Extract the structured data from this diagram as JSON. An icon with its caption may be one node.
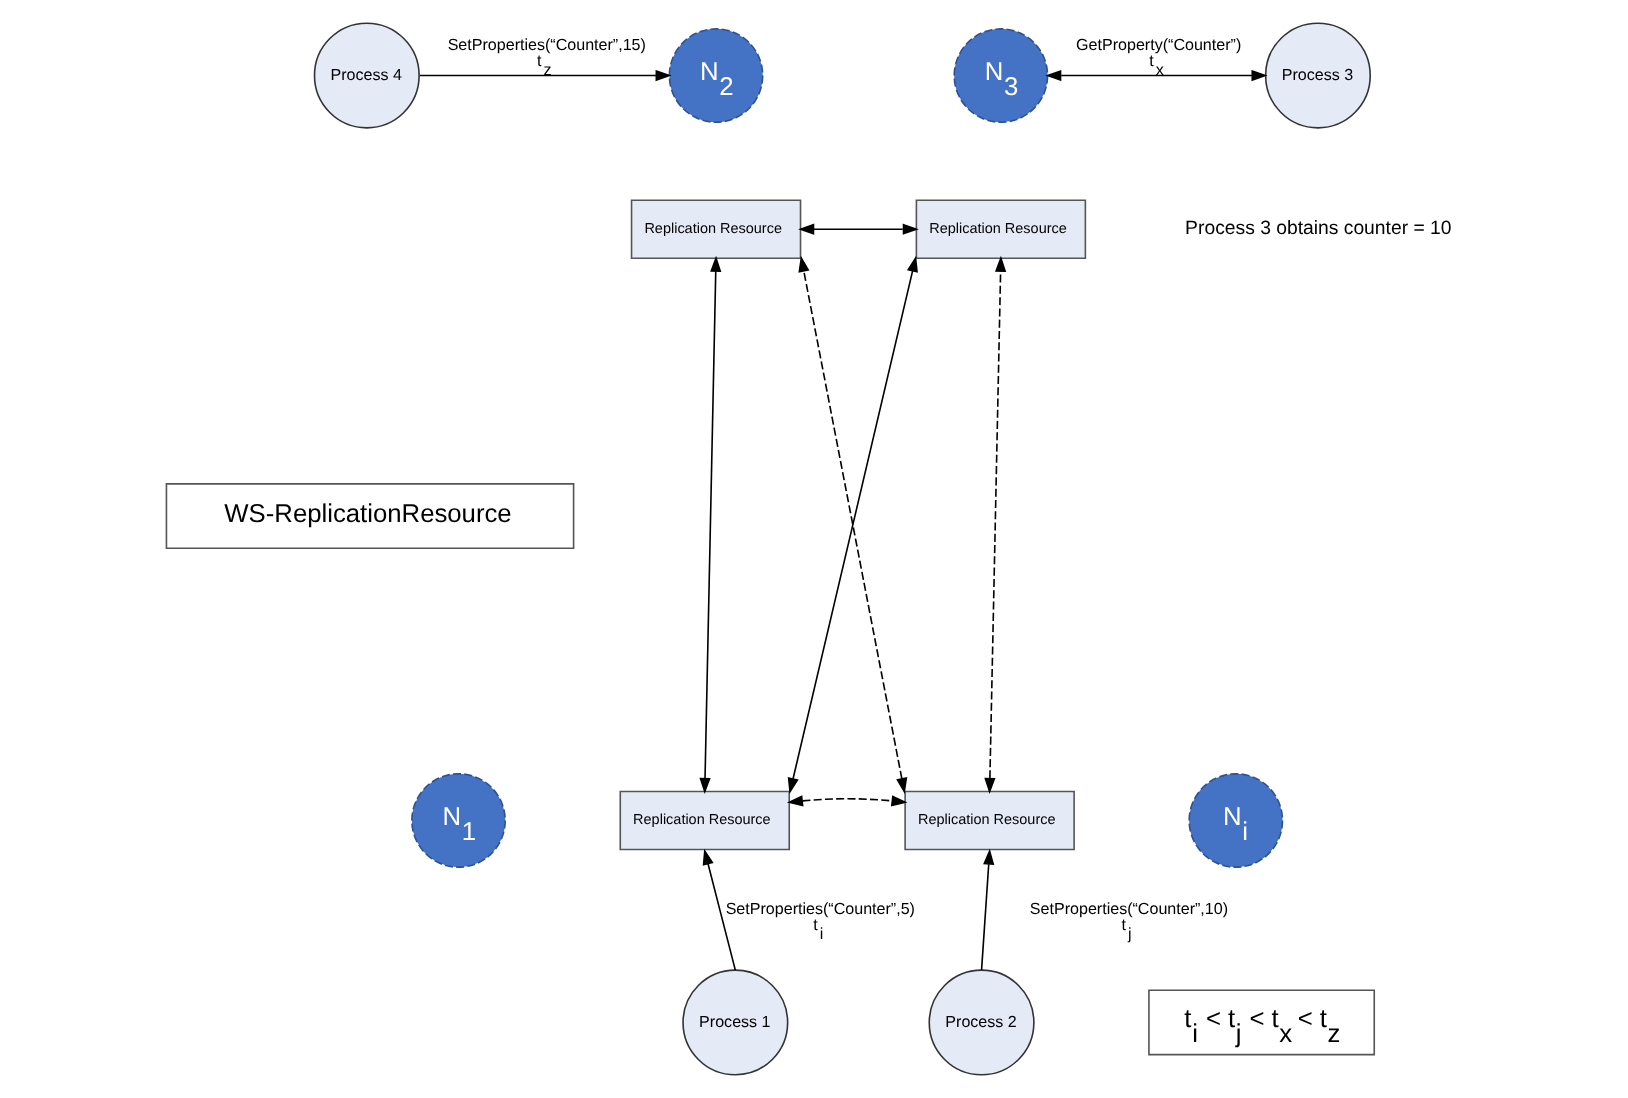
{
  "diagram": {
    "nodes": [
      {
        "text": [
          "Process 4"
        ]
      },
      {
        "text": [
          "N$_{2}$"
        ]
      },
      {
        "text": [
          "Replication Resource"
        ]
      },
      {
        "text": [
          "N$_{3}$"
        ]
      },
      {
        "text": [
          "Replication Resource"
        ]
      },
      {
        "text": [
          "Process 3"
        ]
      },
      {
        "text": [
          "WS-ReplicationResource"
        ]
      },
      {
        "text": [
          "Replication Resource"
        ]
      },
      {
        "text": [
          "N$_{1}$"
        ]
      },
      {
        "text": [
          "Replication Resource"
        ]
      },
      {
        "text": [
          "N$_{i}$"
        ]
      },
      {
        "text": [
          "Process 1"
        ]
      },
      {
        "text": [
          "Process 2"
        ]
      },
      {
        "text": [
          "t$_{i}$ < t$_{j}$ < t$_{x}$ < t$_{z}$"
        ]
      }
    ],
    "edges": [
      {
        "from": 0,
        "to": 1,
        "arrow": "to",
        "label": "SetProperties(“Counter”,15) t$_{z}$"
      },
      {
        "from": 2,
        "to": 4,
        "arrow": "both"
      },
      {
        "from": 3,
        "to": 5,
        "arrow": "both",
        "label": "GetProperty(“Counter”) t$_{x}$"
      },
      {
        "from": 7,
        "to": 2,
        "arrow": "both"
      },
      {
        "from": 7,
        "to": 4,
        "arrow": "both"
      },
      {
        "from": 9,
        "to": 2,
        "arrow": "both",
        "style": "dashed"
      },
      {
        "from": 9,
        "to": 4,
        "arrow": "both",
        "style": "dashed"
      },
      {
        "from": 7,
        "to": 9,
        "arrow": "both",
        "style": "dashed"
      },
      {
        "from": 11,
        "to": 7,
        "arrow": "to",
        "label": "SetProperties(“Counter”,5) t$_{i}$"
      },
      {
        "from": 12,
        "to": 9,
        "arrow": "to",
        "label": "SetProperties(“Counter”,10) t$_{j}$"
      }
    ],
    "labels": [
      "Process 3 obtains counter = 10"
    ]
  }
}
